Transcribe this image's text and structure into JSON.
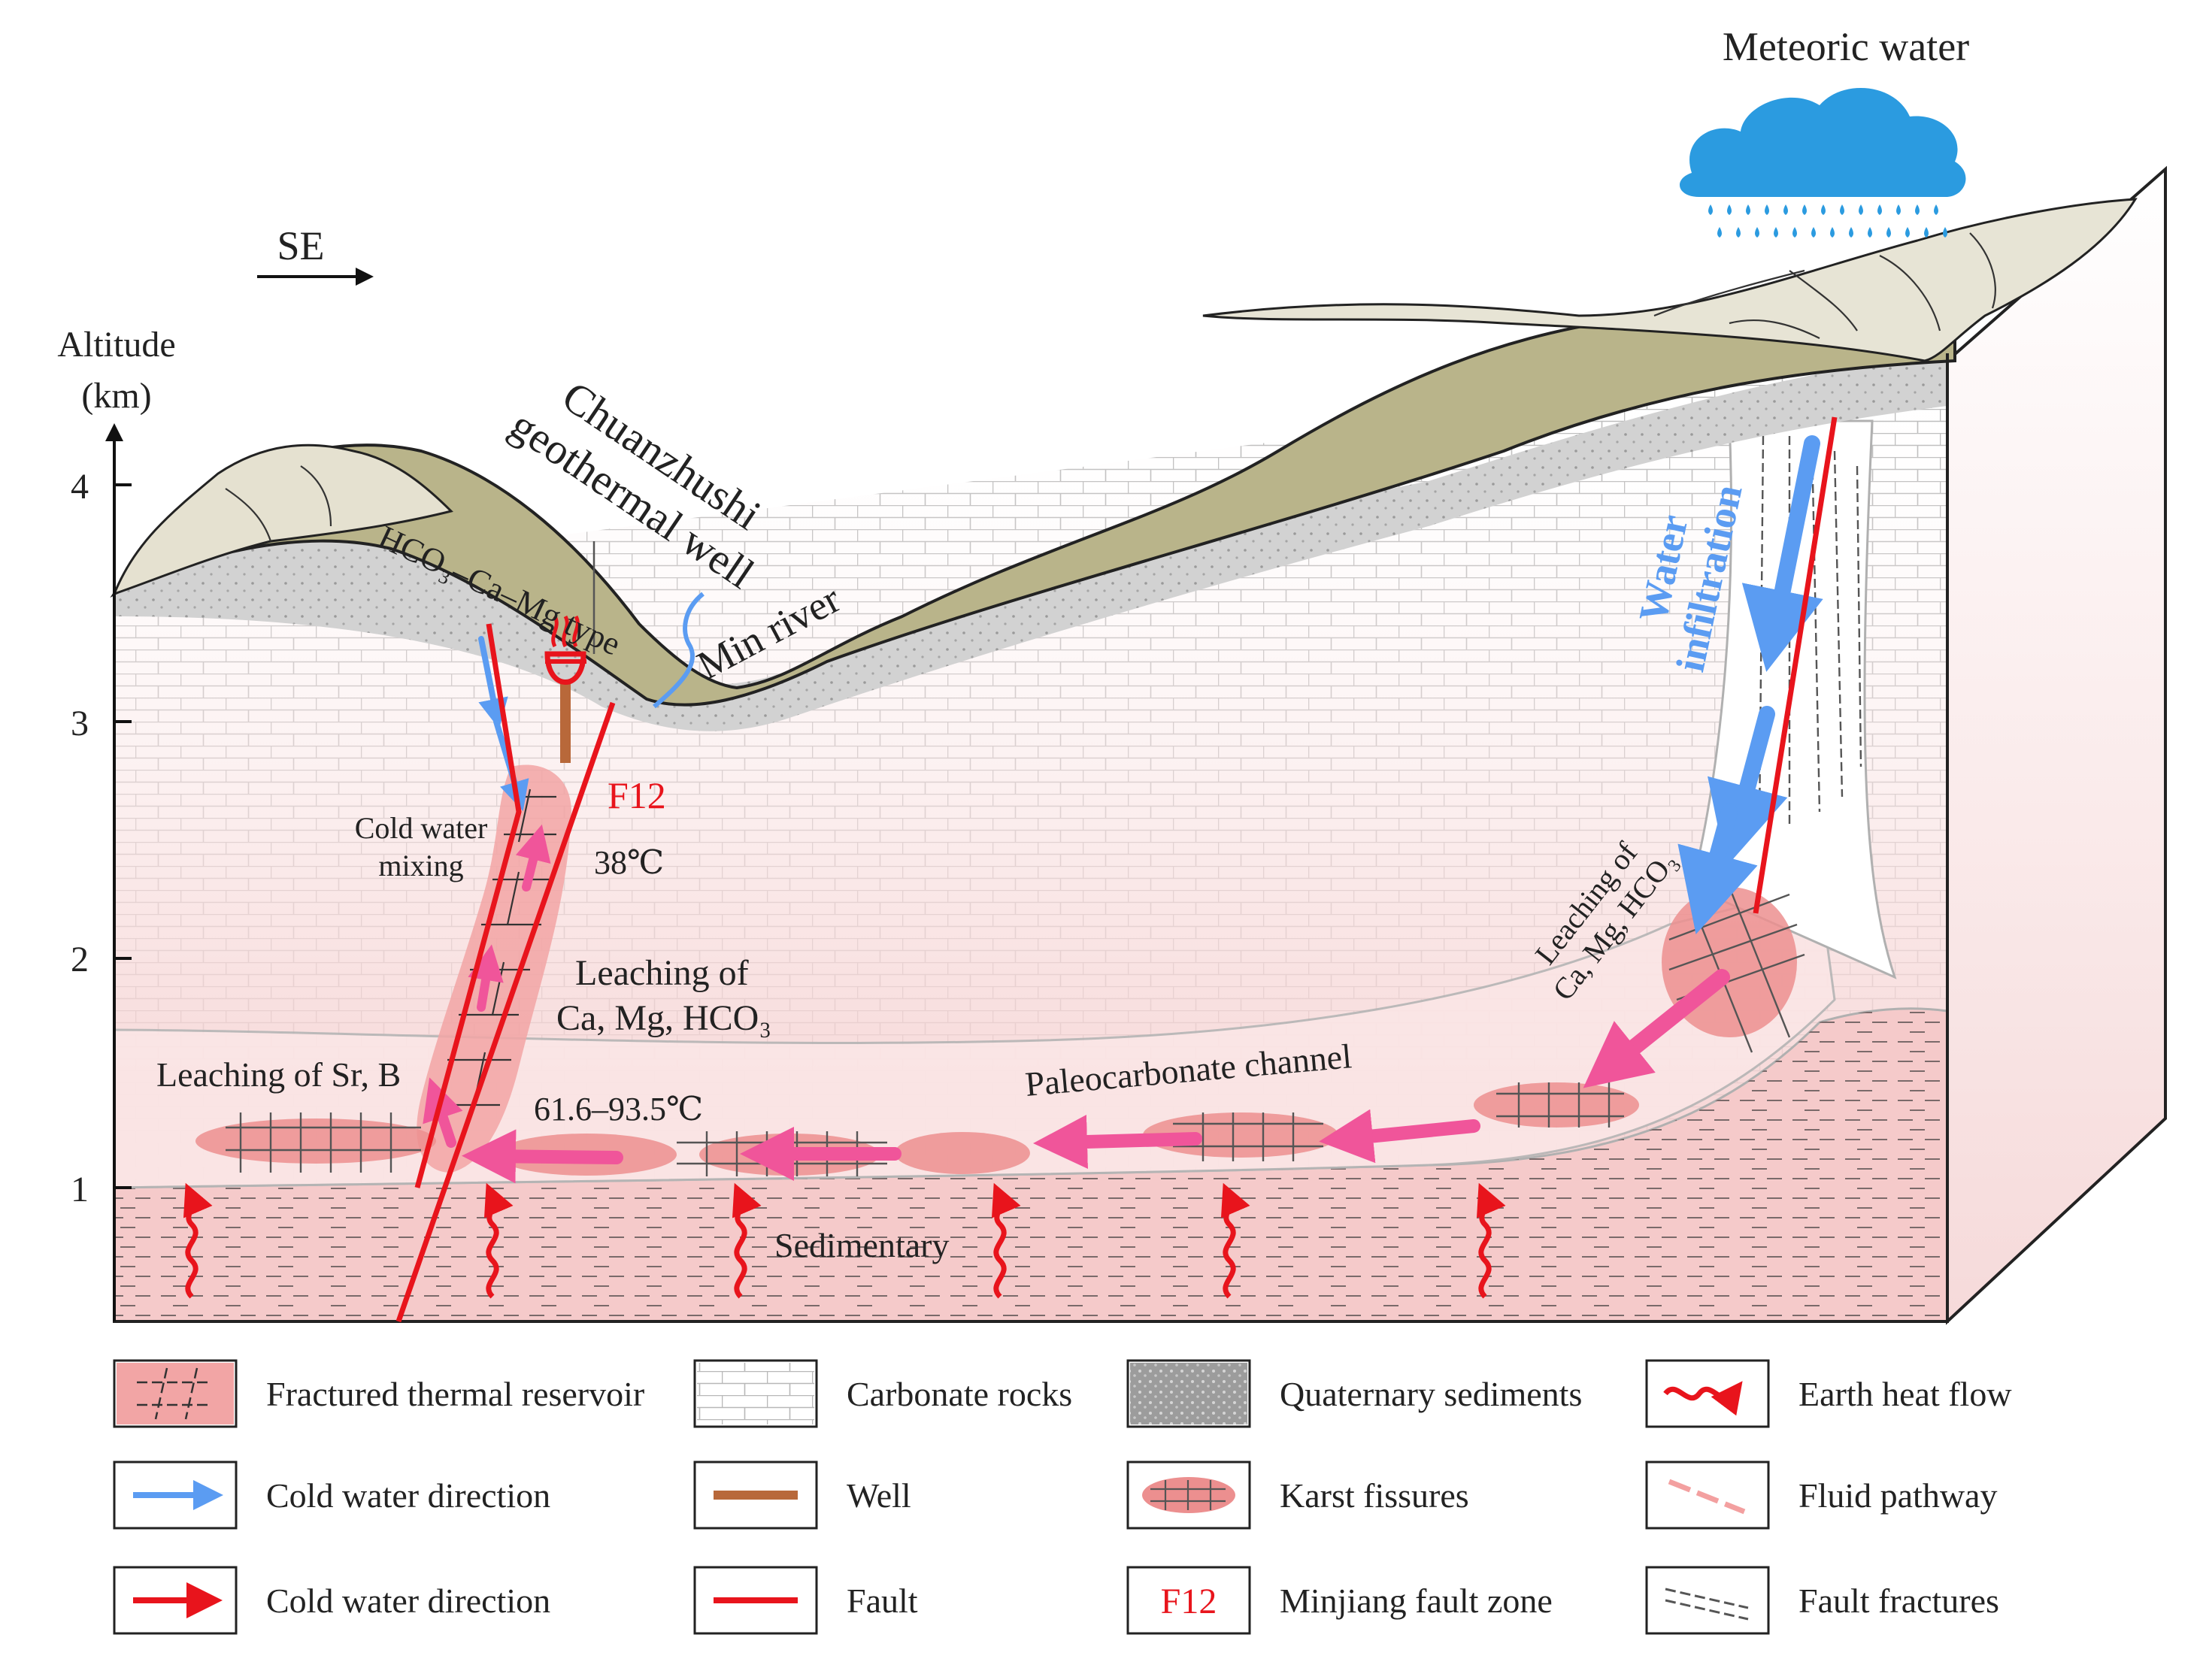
{
  "axis": {
    "title_line1": "Altitude",
    "title_line2": "(km)",
    "ticks": [
      "1",
      "2",
      "3",
      "4"
    ]
  },
  "direction": "SE",
  "labels": {
    "meteoric_water": "Meteoric water",
    "well_line1": "Chuanzhushi",
    "well_line2": "geothermal well",
    "hco3_type": "HCO₃–Ca–Mg type",
    "min_river": "Min river",
    "fault_id": "F12",
    "temp_38": "38℃",
    "cold_mixing_line1": "Cold water",
    "cold_mixing_line2": "mixing",
    "leach_ca_line1": "Leaching of",
    "leach_ca_line2": "Ca, Mg, HCO₃",
    "leach_sr": "Leaching of  Sr, B",
    "temp_range": "61.6–93.5℃",
    "paleo_channel": "Paleocarbonate channel",
    "sedimentary": "Sedimentary",
    "water_line1": "Water",
    "water_line2": "infiltration",
    "leach_right_line1": "Leaching of",
    "leach_right_line2": "Ca, Mg, HCO₃"
  },
  "legend": [
    {
      "key": "fractured",
      "label": "Fractured thermal reservoir"
    },
    {
      "key": "carbonate",
      "label": "Carbonate rocks"
    },
    {
      "key": "quaternary",
      "label": "Quaternary sediments"
    },
    {
      "key": "heatflow",
      "label": "Earth heat flow"
    },
    {
      "key": "coldblue",
      "label": "Cold water direction"
    },
    {
      "key": "well",
      "label": "Well"
    },
    {
      "key": "karst",
      "label": "Karst fissures"
    },
    {
      "key": "fluid",
      "label": "Fluid pathway"
    },
    {
      "key": "coldred",
      "label": "Cold water direction"
    },
    {
      "key": "fault",
      "label": "Fault"
    },
    {
      "key": "f12",
      "label": "Minjiang fault zone",
      "box_text": "F12"
    },
    {
      "key": "fracture",
      "label": "Fault fractures"
    }
  ],
  "colors": {
    "fault_red": "#e8141c",
    "cold_blue": "#5b9cf2",
    "well_brown": "#b8683a",
    "surface_olive": "#b9b48a",
    "reservoir_pink": "#f2a5a5",
    "karst_pink": "#ec8f8f",
    "fluid_pink": "#f0559a"
  }
}
